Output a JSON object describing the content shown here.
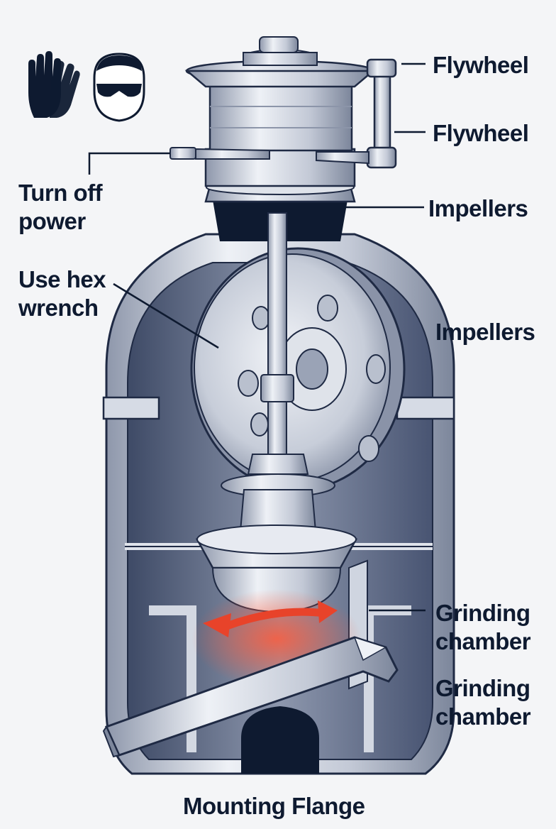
{
  "labels": {
    "flywheel_top": "Flywheel",
    "flywheel_mid": "Flywheel",
    "impellers_top": "Impellers",
    "impellers_mid": "Impellers",
    "turn_off_power": [
      "Turn off",
      "power"
    ],
    "use_hex_wrench": [
      "Use hex",
      "wrench"
    ],
    "grinding_chamber_1": [
      "Grinding",
      "chamber"
    ],
    "grinding_chamber_2": [
      "Grinding",
      "chamber"
    ],
    "mounting_flange": "Mounting Flange"
  },
  "icons": [
    "gloves-icon",
    "safety-glasses-icon"
  ],
  "colors": {
    "ink": "#0e1a30",
    "steel_light": "#e6e9f0",
    "steel_mid": "#aab3c5",
    "steel_dark": "#55607a",
    "arrow": "#e8432a",
    "background": "#f4f5f7"
  }
}
